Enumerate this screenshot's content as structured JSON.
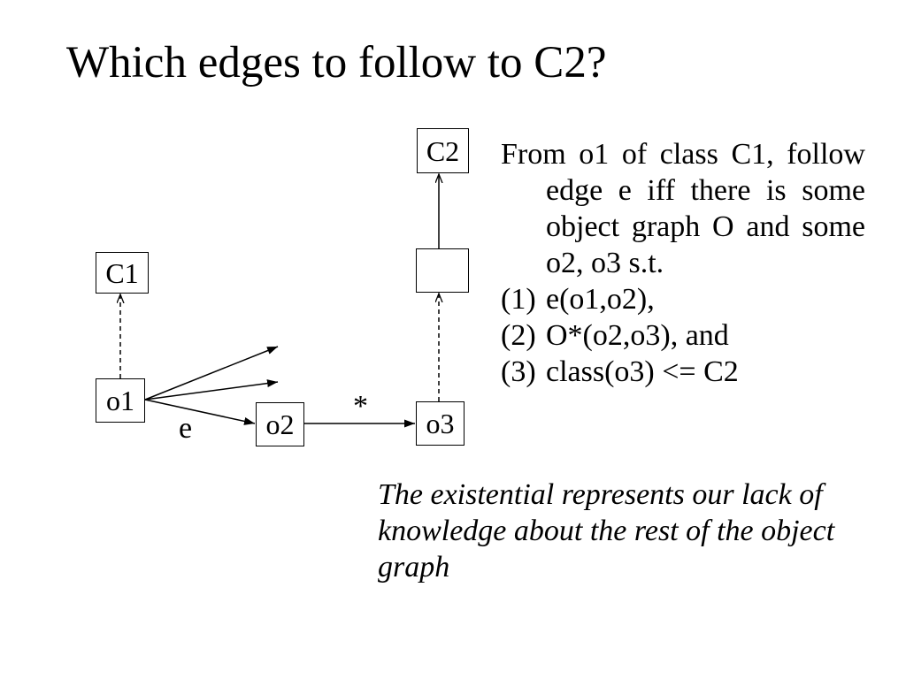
{
  "title": "Which edges to follow to C2?",
  "diagram": {
    "nodes": {
      "c2": "C2",
      "c1": "C1",
      "o1": "o1",
      "o2": "o2",
      "o3": "o3"
    },
    "edge_labels": {
      "star": "*",
      "e": "e"
    }
  },
  "explanation": {
    "intro_lines": [
      "From o1 of class C1, follow",
      "edge e iff there is some",
      "object graph O and some",
      "o2, o3 s.t."
    ],
    "conditions": [
      {
        "marker": "(1)",
        "text": "e(o1,o2),"
      },
      {
        "marker": "(2)",
        "text": "O*(o2,o3), and"
      },
      {
        "marker": "(3)",
        "text": "class(o3) <= C2"
      }
    ]
  },
  "note": {
    "lines": [
      "The existential represents our lack of",
      "knowledge about the rest of the object",
      "graph"
    ]
  },
  "colors": {
    "background": "#ffffff",
    "text": "#000000",
    "line": "#000000"
  }
}
